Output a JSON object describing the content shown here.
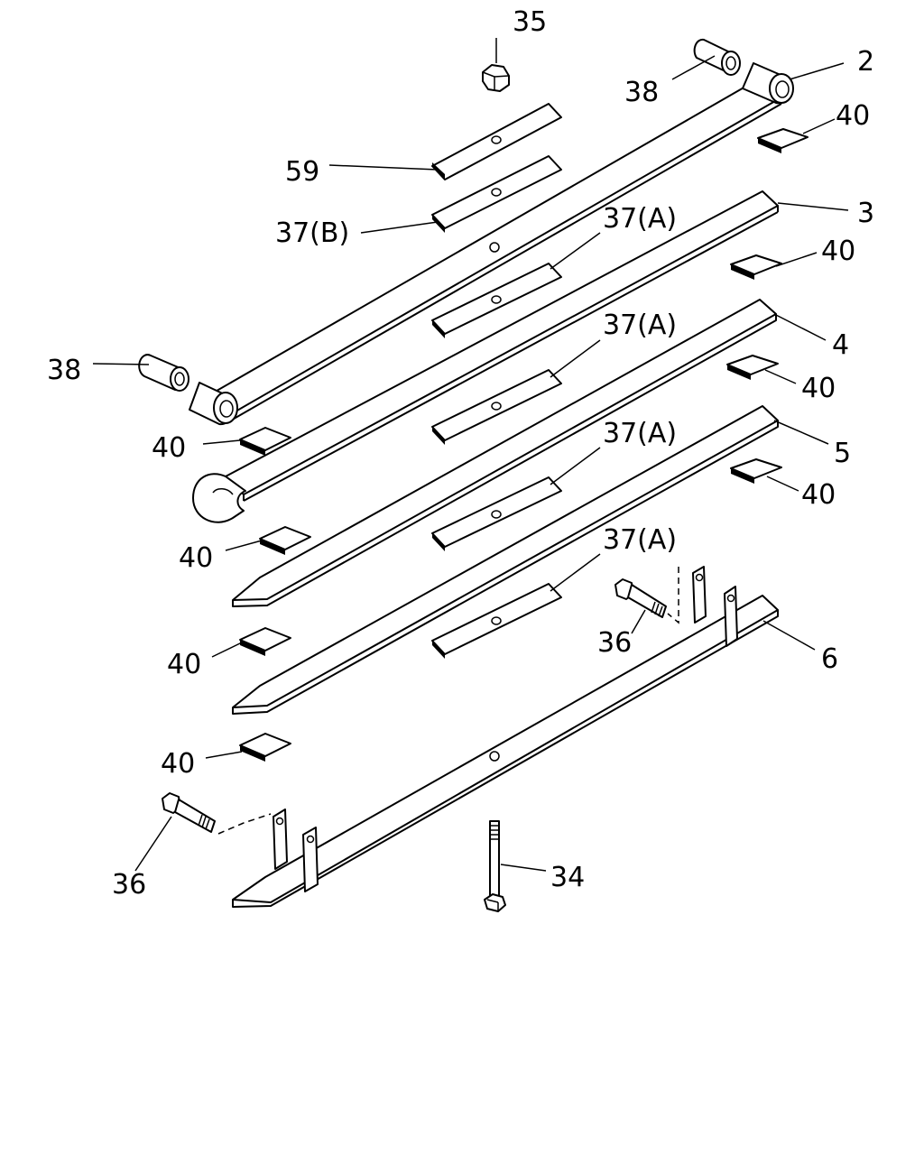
{
  "callouts": {
    "c35": "35",
    "c38_top": "38",
    "c2": "2",
    "c40_1": "40",
    "c59": "59",
    "c37b": "37(B)",
    "c3": "3",
    "c37a_1": "37(A)",
    "c40_2": "40",
    "c38_left": "38",
    "c4": "4",
    "c37a_2": "37(A)",
    "c40_3": "40",
    "c40_4": "40",
    "c5": "5",
    "c37a_3": "37(A)",
    "c40_5": "40",
    "c40_6": "40",
    "c37a_4": "37(A)",
    "c36_right": "36",
    "c6": "6",
    "c40_7": "40",
    "c40_8": "40",
    "c36_left": "36",
    "c34": "34"
  }
}
